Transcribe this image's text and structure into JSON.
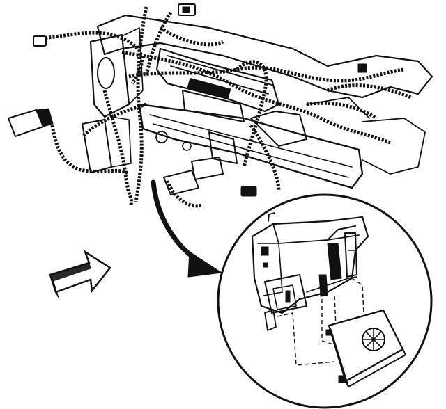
{
  "figure": {
    "labels": [],
    "background": "#ffffff",
    "ink": "#111111"
  },
  "parts": {
    "crossbar_frame": "instrument-panel-carrier",
    "wiring_harness": "wiring-harness",
    "connector_left": "harness-connector",
    "connector_top": "harness-connector",
    "detail_module": "control-module",
    "detail_bracket": "mounting-bracket",
    "callout_arrow": "curved-callout-arrow",
    "view_arrow": "view-direction-arrow"
  }
}
